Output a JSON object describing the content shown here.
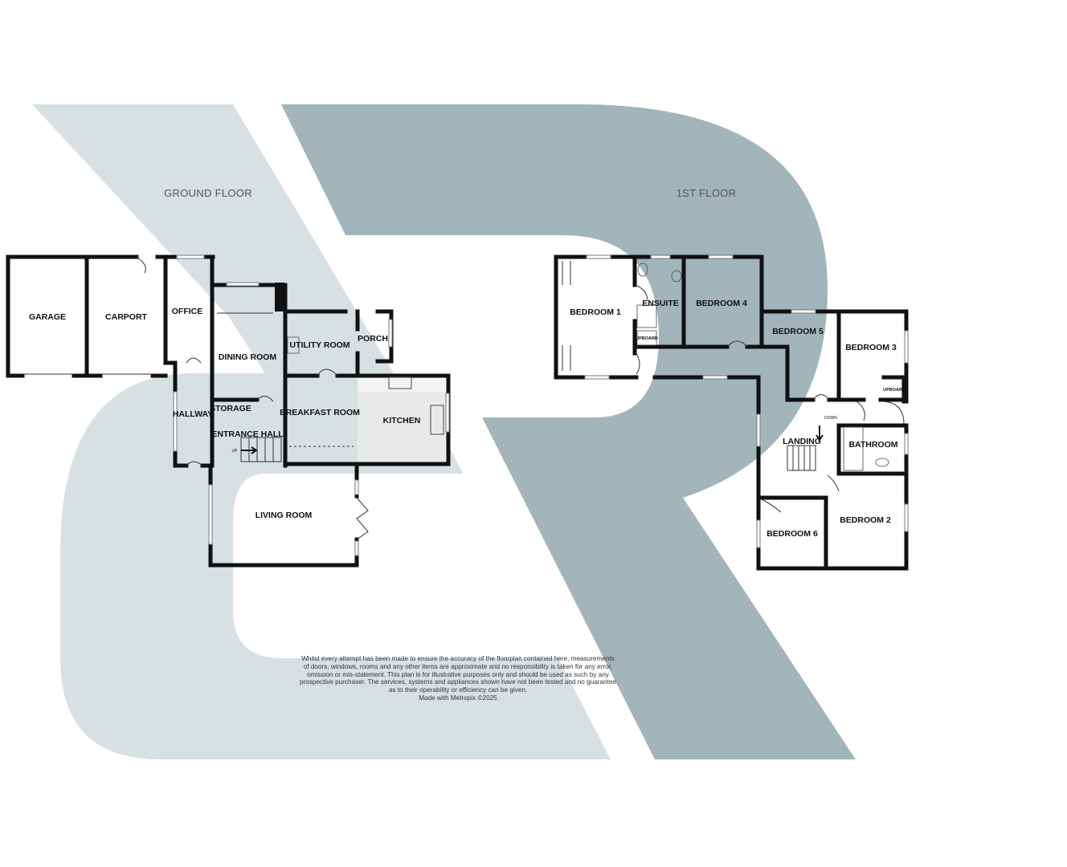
{
  "brand_colors": {
    "light": "#d8e0e3",
    "dark": "#a1b5bb"
  },
  "watermark": {
    "name": "logo-watermark"
  },
  "floors": [
    {
      "title": "GROUND FLOOR"
    },
    {
      "title": "1ST FLOOR"
    }
  ],
  "rooms": {
    "garage": "GARAGE",
    "carport": "CARPORT",
    "office": "OFFICE",
    "dining_room": "DINING ROOM",
    "utility_room": "UTILITY ROOM",
    "porch": "PORCH",
    "hallway": "HALLWAY",
    "storage": "STORAGE",
    "breakfast_room": "BREAKFAST ROOM",
    "kitchen": "KITCHEN",
    "entrance_hall": "ENTRANCE HALL",
    "living_room": "LIVING ROOM",
    "bedroom_1": "BEDROOM 1",
    "ensuite": "ENSUITE",
    "bedroom_4": "BEDROOM 4",
    "bedroom_5": "BEDROOM 5",
    "bedroom_3": "BEDROOM 3",
    "landing": "LANDING",
    "bathroom": "BATHROOM",
    "bedroom_6": "BEDROOM 6",
    "bedroom_2": "BEDROOM 2"
  },
  "small_labels": {
    "cupboard_ensuite": "UPBOARD",
    "cupboard_bed3": "UPBOARD",
    "stairs_up": "UP",
    "stairs_down": "DOWN"
  },
  "disclaimer": {
    "lines": [
      "Whilst every attempt has been made to ensure the accuracy of the floorplan contained here, measurements",
      "of doors, windows, rooms and any other items are approximate and no responsibility is taken for any error,",
      "omission or mis-statement. This plan is for illustrative purposes only and should be used as such by any",
      "prospective purchaser. The services, systems and appliances shown have not been tested and no guarantee",
      "as to their operability or efficiency can be given."
    ],
    "credit": "Made with Metropix ©2025"
  }
}
